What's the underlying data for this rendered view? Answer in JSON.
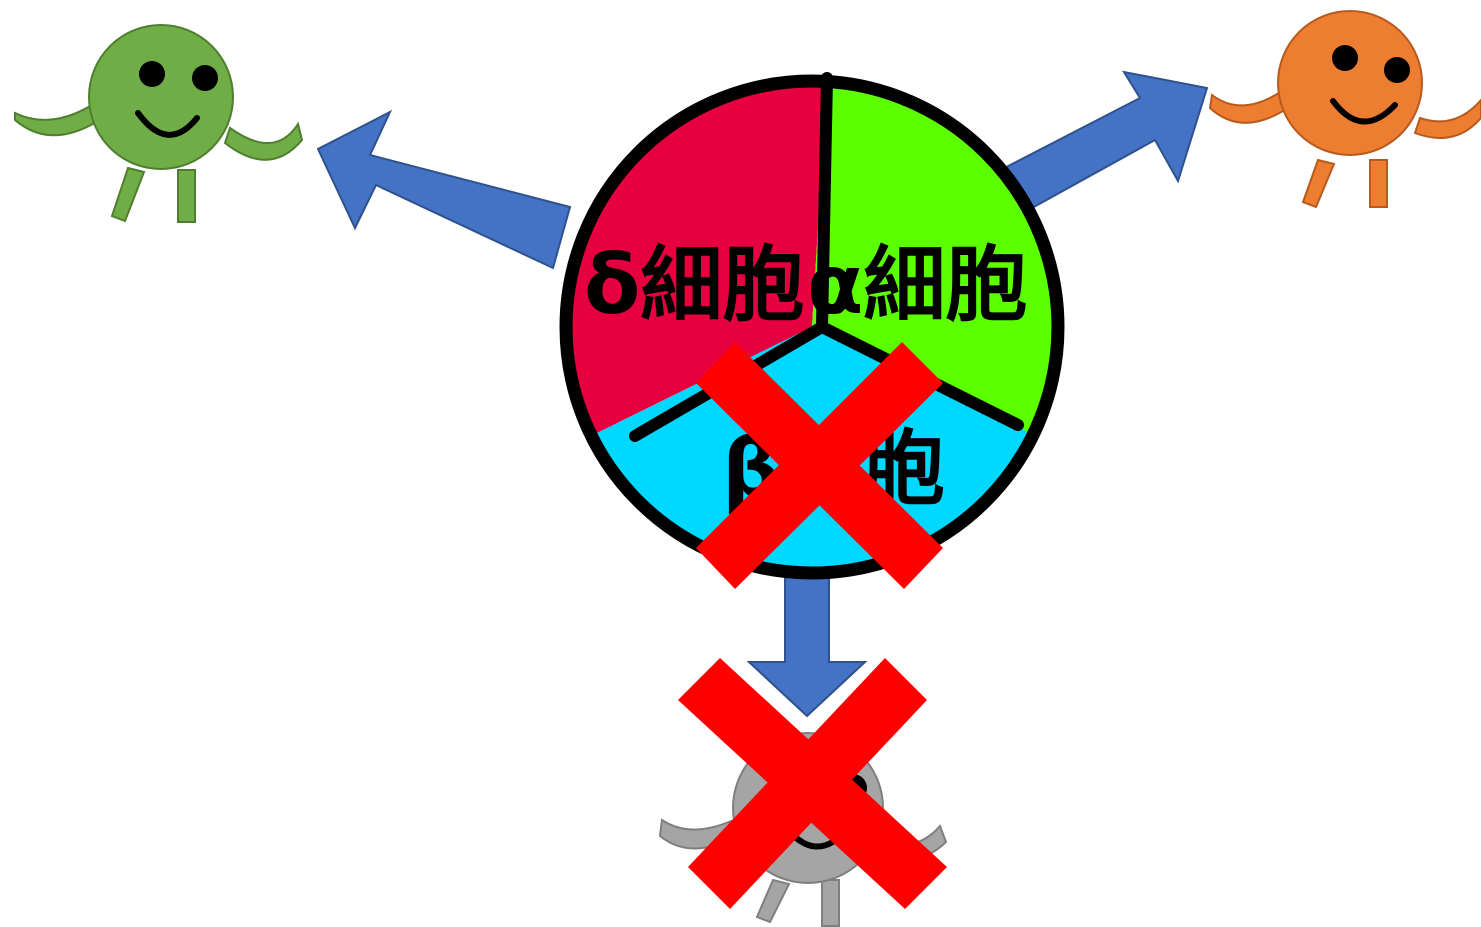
{
  "diagram": {
    "segments": [
      {
        "id": "delta",
        "label": "δ細胞",
        "color": "#E6003F"
      },
      {
        "id": "alpha",
        "label": "α細胞",
        "color": "#5BFF00"
      },
      {
        "id": "beta",
        "label": "β細胞",
        "color": "#00D8FF"
      }
    ],
    "outline_color": "#000000",
    "arrow_color": "#4472C4",
    "cross_color": "#FF0000",
    "characters": [
      {
        "id": "green",
        "color": "#70AD47",
        "outline": "#4E7F2F"
      },
      {
        "id": "orange",
        "color": "#ED7D31",
        "outline": "#B85A1E"
      },
      {
        "id": "gray",
        "color": "#A5A5A5",
        "outline": "#7F7F7F"
      }
    ]
  }
}
